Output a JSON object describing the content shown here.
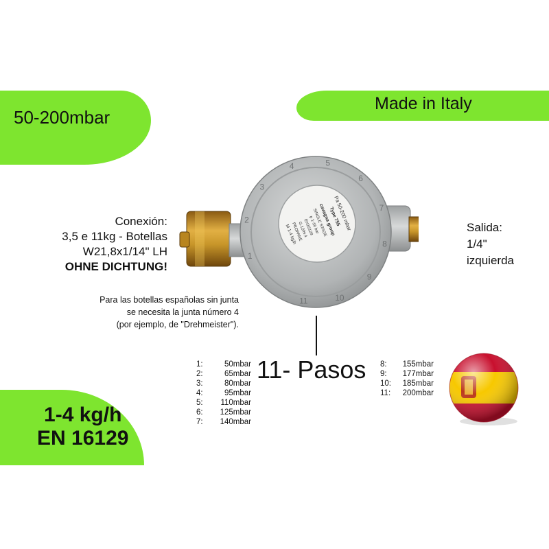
{
  "header": {
    "pressure_range": "50-200mbar",
    "made_in": "Made in Italy"
  },
  "connection": {
    "title": "Conexión:",
    "line1": "3,5 e 11kg - Botellas",
    "line2": "W21,8x1/14\" LH",
    "warning": "OHNE DICHTUNG!"
  },
  "note": {
    "line1": "Para las botellas españolas sin junta",
    "line2": "se necesita la junta número 4",
    "line3": "(por ejemplo, de \"Drehmeister\")."
  },
  "outlet": {
    "title": "Salida:",
    "size": "1/4\"",
    "direction": "izquierda"
  },
  "regulator_label": {
    "pressure": "Pa 50-200 mbar",
    "type": "Type 755",
    "brand": "cavagna group",
    "stage": "SINGLE STAGE",
    "inlet": "p 1-16 bar",
    "standard": "EN16129",
    "thread": "G.12/H.4",
    "gas": "PROPANE",
    "flow": "M 1-4 kg/h"
  },
  "dial_numbers": [
    "1",
    "2",
    "3",
    "4",
    "5",
    "6",
    "7",
    "8",
    "9",
    "10",
    "11"
  ],
  "steps_title": "11- Pasos",
  "steps_left": [
    {
      "num": "1:",
      "value": "50mbar"
    },
    {
      "num": "2:",
      "value": "65mbar"
    },
    {
      "num": "3:",
      "value": "80mbar"
    },
    {
      "num": "4:",
      "value": "95mbar"
    },
    {
      "num": "5:",
      "value": "110mbar"
    },
    {
      "num": "6:",
      "value": "125mbar"
    },
    {
      "num": "7:",
      "value": "140mbar"
    }
  ],
  "steps_right": [
    {
      "num": "8:",
      "value": "155mbar"
    },
    {
      "num": "9:",
      "value": "177mbar"
    },
    {
      "num": "10:",
      "value": "185mbar"
    },
    {
      "num": "11:",
      "value": "200mbar"
    }
  ],
  "footer": {
    "flow": "1-4 kg/h",
    "standard": "EN 16129"
  },
  "colors": {
    "accent_green": "#7ee52f",
    "flag_red": "#c8102e",
    "flag_yellow": "#f7c800",
    "brass": "#c8962a",
    "metal": "#b9bcbd"
  },
  "icons": {
    "product": "gas-regulator-illustration",
    "flag": "spain-flag-icon"
  }
}
